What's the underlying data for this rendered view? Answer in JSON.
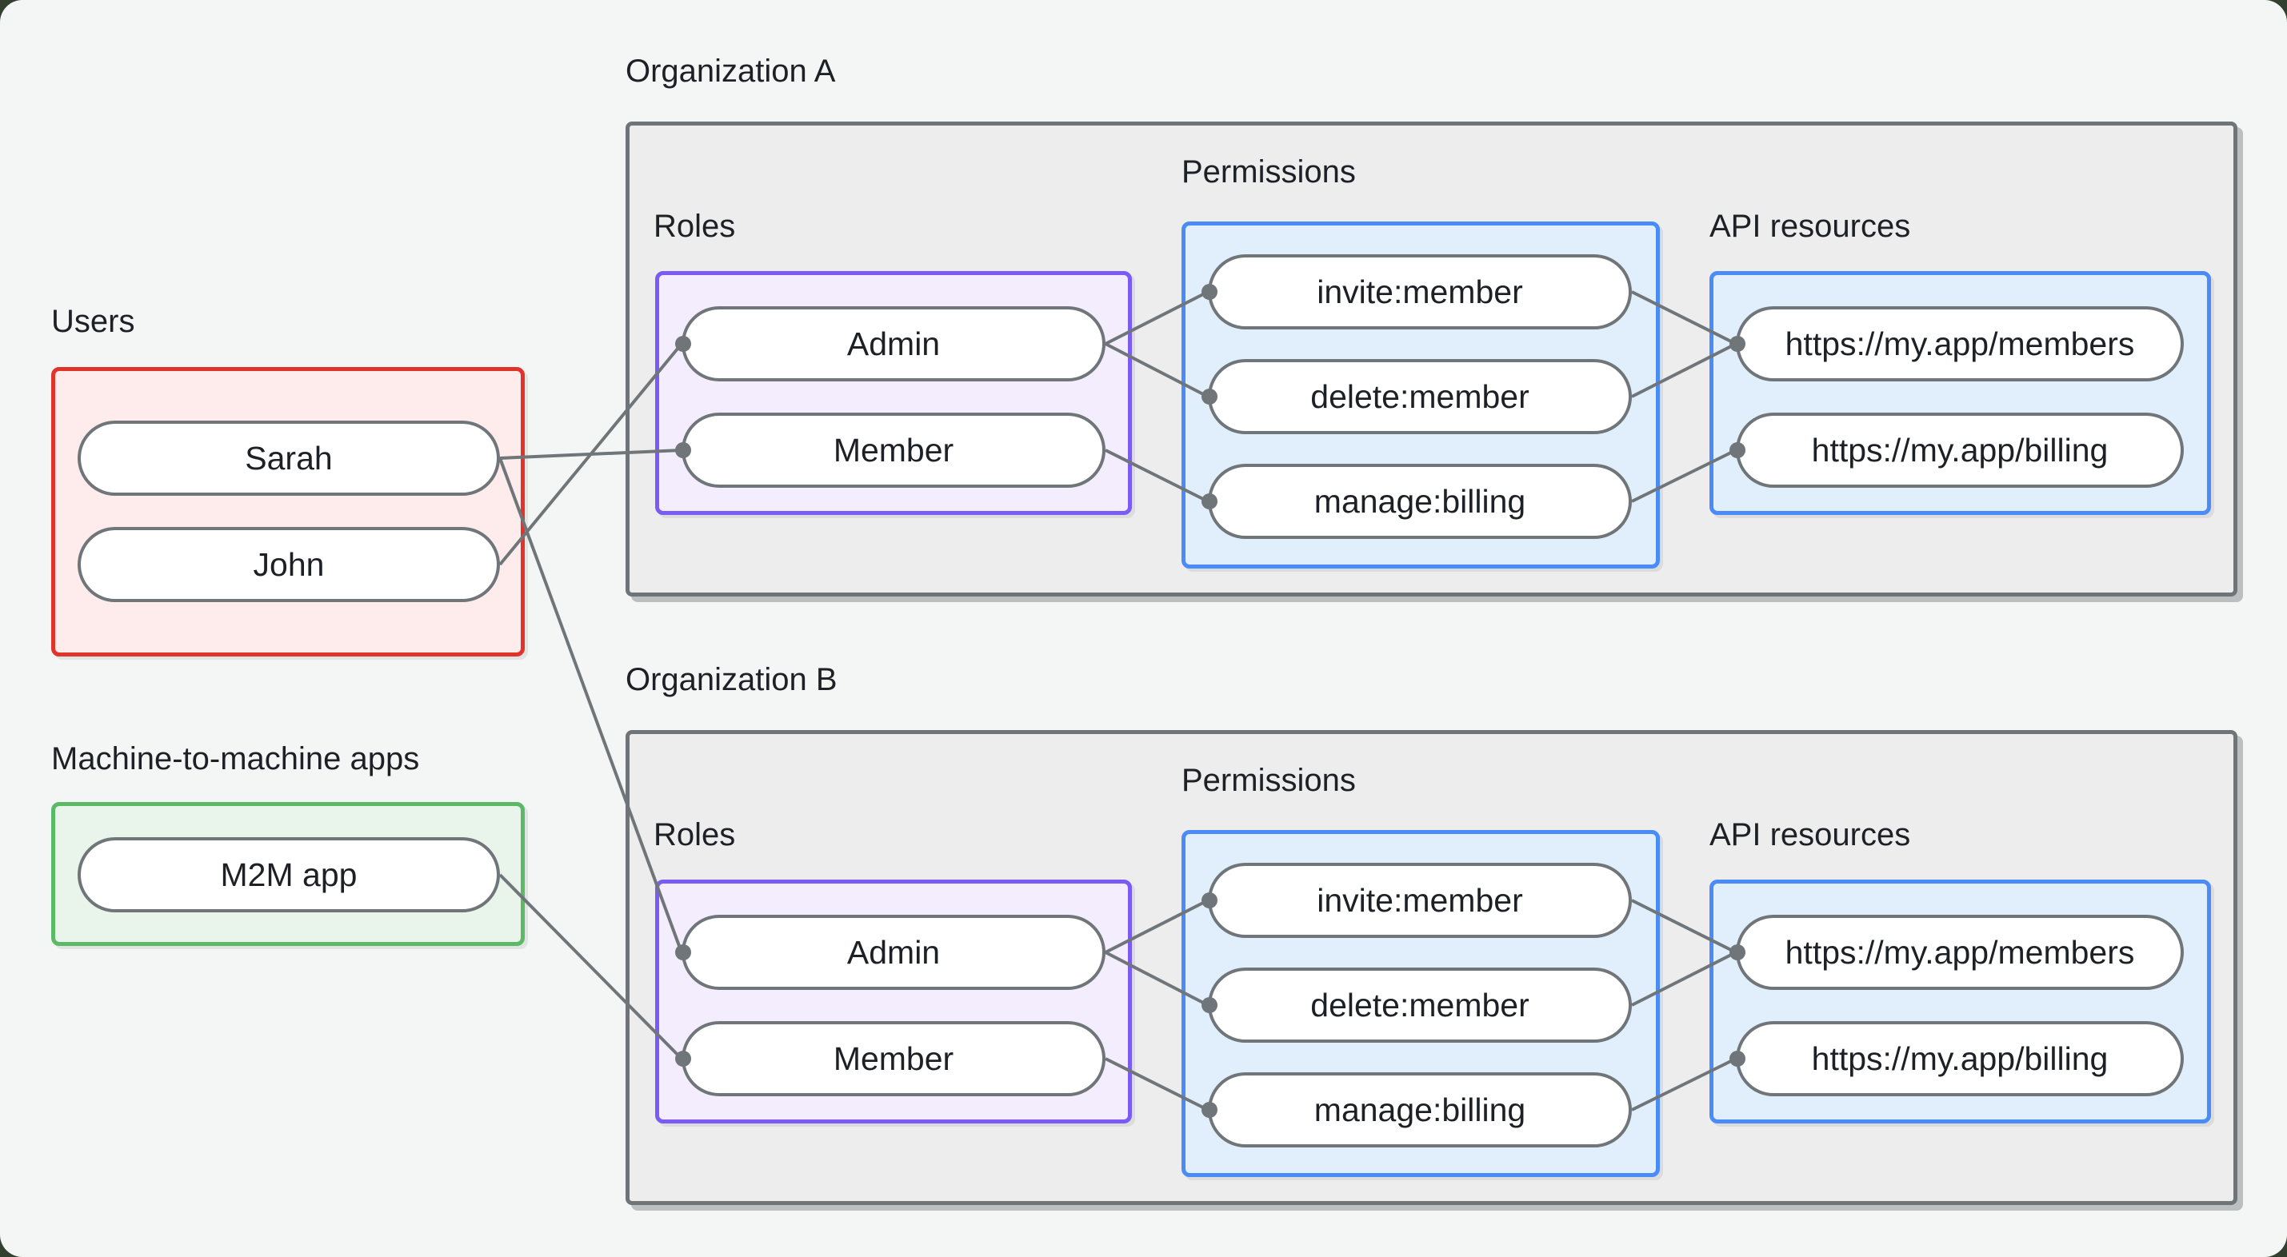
{
  "colors": {
    "page_bg": "#f4f6f5",
    "outer_bg": "#31402f",
    "text": "#1d2126",
    "org_border": "#6e7477",
    "org_fill": "#ededee",
    "users_border": "#e0342b",
    "users_fill": "#fdeceb",
    "m2m_border": "#5cb966",
    "m2m_fill": "#e9f5ea",
    "roles_border": "#7b5bf5",
    "roles_fill": "#f3edfd",
    "blue_border": "#4a8cf7",
    "blue_fill": "#e1effc",
    "pill_border": "#6f7578",
    "pill_fill": "#ffffff",
    "edge": "#6f7578"
  },
  "users_group": {
    "label": "Users",
    "nodes": [
      {
        "id": "sarah",
        "label": "Sarah"
      },
      {
        "id": "john",
        "label": "John"
      }
    ]
  },
  "m2m_group": {
    "label": "Machine-to-machine apps",
    "nodes": [
      {
        "id": "m2m-app",
        "label": "M2M app"
      }
    ]
  },
  "org_a": {
    "label": "Organization A",
    "roles": {
      "label": "Roles",
      "nodes": [
        {
          "id": "orgA-admin",
          "label": "Admin"
        },
        {
          "id": "orgA-member",
          "label": "Member"
        }
      ]
    },
    "permissions": {
      "label": "Permissions",
      "nodes": [
        {
          "id": "orgA-invite-member",
          "label": "invite:member"
        },
        {
          "id": "orgA-delete-member",
          "label": "delete:member"
        },
        {
          "id": "orgA-manage-billing",
          "label": "manage:billing"
        }
      ]
    },
    "api_resources": {
      "label": "API resources",
      "nodes": [
        {
          "id": "orgA-members-api",
          "label": "https://my.app/members"
        },
        {
          "id": "orgA-billing-api",
          "label": "https://my.app/billing"
        }
      ]
    }
  },
  "org_b": {
    "label": "Organization B",
    "roles": {
      "label": "Roles",
      "nodes": [
        {
          "id": "orgB-admin",
          "label": "Admin"
        },
        {
          "id": "orgB-member",
          "label": "Member"
        }
      ]
    },
    "permissions": {
      "label": "Permissions",
      "nodes": [
        {
          "id": "orgB-invite-member",
          "label": "invite:member"
        },
        {
          "id": "orgB-delete-member",
          "label": "delete:member"
        },
        {
          "id": "orgB-manage-billing",
          "label": "manage:billing"
        }
      ]
    },
    "api_resources": {
      "label": "API resources",
      "nodes": [
        {
          "id": "orgB-members-api",
          "label": "https://my.app/members"
        },
        {
          "id": "orgB-billing-api",
          "label": "https://my.app/billing"
        }
      ]
    }
  },
  "edges": [
    {
      "from": "sarah",
      "to": "orgA-member"
    },
    {
      "from": "john",
      "to": "orgA-admin"
    },
    {
      "from": "sarah",
      "to": "orgB-admin"
    },
    {
      "from": "m2m-app",
      "to": "orgB-member"
    },
    {
      "from": "orgA-admin",
      "to": "orgA-invite-member"
    },
    {
      "from": "orgA-admin",
      "to": "orgA-delete-member"
    },
    {
      "from": "orgA-member",
      "to": "orgA-manage-billing"
    },
    {
      "from": "orgA-invite-member",
      "to": "orgA-members-api"
    },
    {
      "from": "orgA-delete-member",
      "to": "orgA-members-api"
    },
    {
      "from": "orgA-manage-billing",
      "to": "orgA-billing-api"
    },
    {
      "from": "orgB-admin",
      "to": "orgB-invite-member"
    },
    {
      "from": "orgB-admin",
      "to": "orgB-delete-member"
    },
    {
      "from": "orgB-member",
      "to": "orgB-manage-billing"
    },
    {
      "from": "orgB-invite-member",
      "to": "orgB-members-api"
    },
    {
      "from": "orgB-delete-member",
      "to": "orgB-members-api"
    },
    {
      "from": "orgB-manage-billing",
      "to": "orgB-billing-api"
    }
  ]
}
